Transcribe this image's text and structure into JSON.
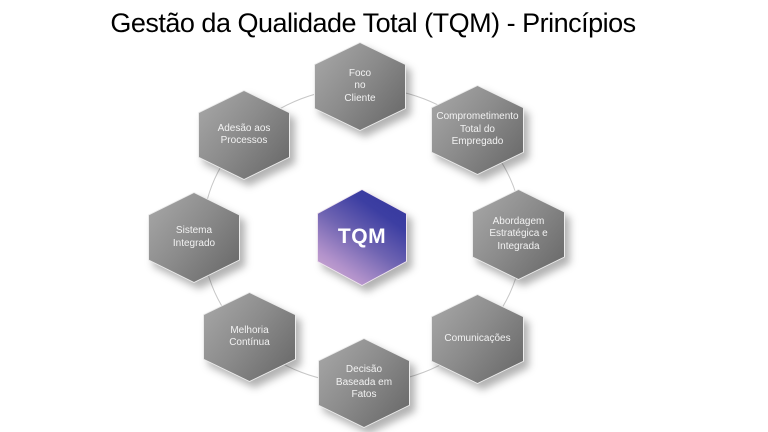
{
  "slide": {
    "title": "Gestão da Qualidade Total (TQM) - Princípios"
  },
  "diagram": {
    "type": "hexagon-cycle",
    "center": {
      "label": "TQM"
    },
    "principles": [
      {
        "label": "Foco\nno\nCliente"
      },
      {
        "label": "Comprometimento\nTotal do\nEmpregado"
      },
      {
        "label": "Abordagem\nEstratégica e\nIntegrada"
      },
      {
        "label": "Comunicações"
      },
      {
        "label": "Decisão\nBaseada em\nFatos"
      },
      {
        "label": "Melhoria\nContínua"
      },
      {
        "label": "Sistema\nIntegrado"
      },
      {
        "label": "Adesão aos\nProcessos"
      }
    ],
    "colors": {
      "background": "#ffffff",
      "title_text": "#000000",
      "hexagon_gray_light": "#a9a9a9",
      "hexagon_gray_dark": "#656565",
      "hexagon_border": "#ececec",
      "center_gradient_pink": "#dab4d5",
      "center_gradient_indigo": "#35379d",
      "label_text": "#f2f2f2",
      "ring_line": "#c7c7c7"
    }
  }
}
